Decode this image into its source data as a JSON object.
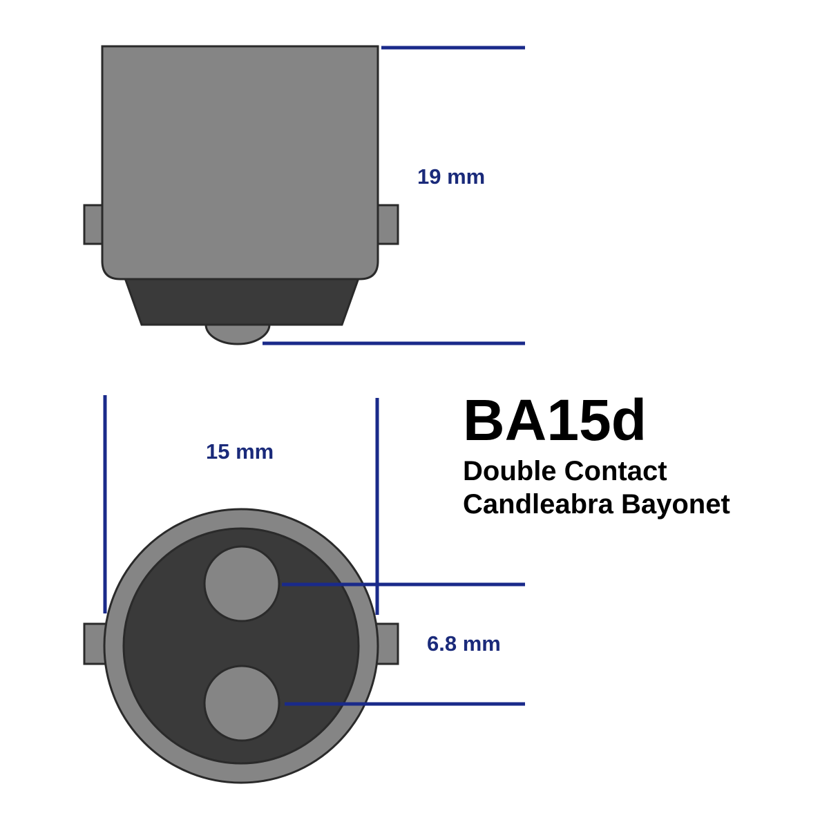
{
  "title": "BA15d",
  "subtitle_line1": "Double Contact",
  "subtitle_line2": "Candleabra Bayonet",
  "dimensions": {
    "height": "19 mm",
    "diameter": "15 mm",
    "contact_spacing": "6.8 mm"
  },
  "colors": {
    "dimension_line": "#1a2a8a",
    "dimension_text": "#1a2a7a",
    "body_fill": "#858585",
    "base_fill": "#3a3a3a",
    "outline": "#2a2a2a"
  }
}
